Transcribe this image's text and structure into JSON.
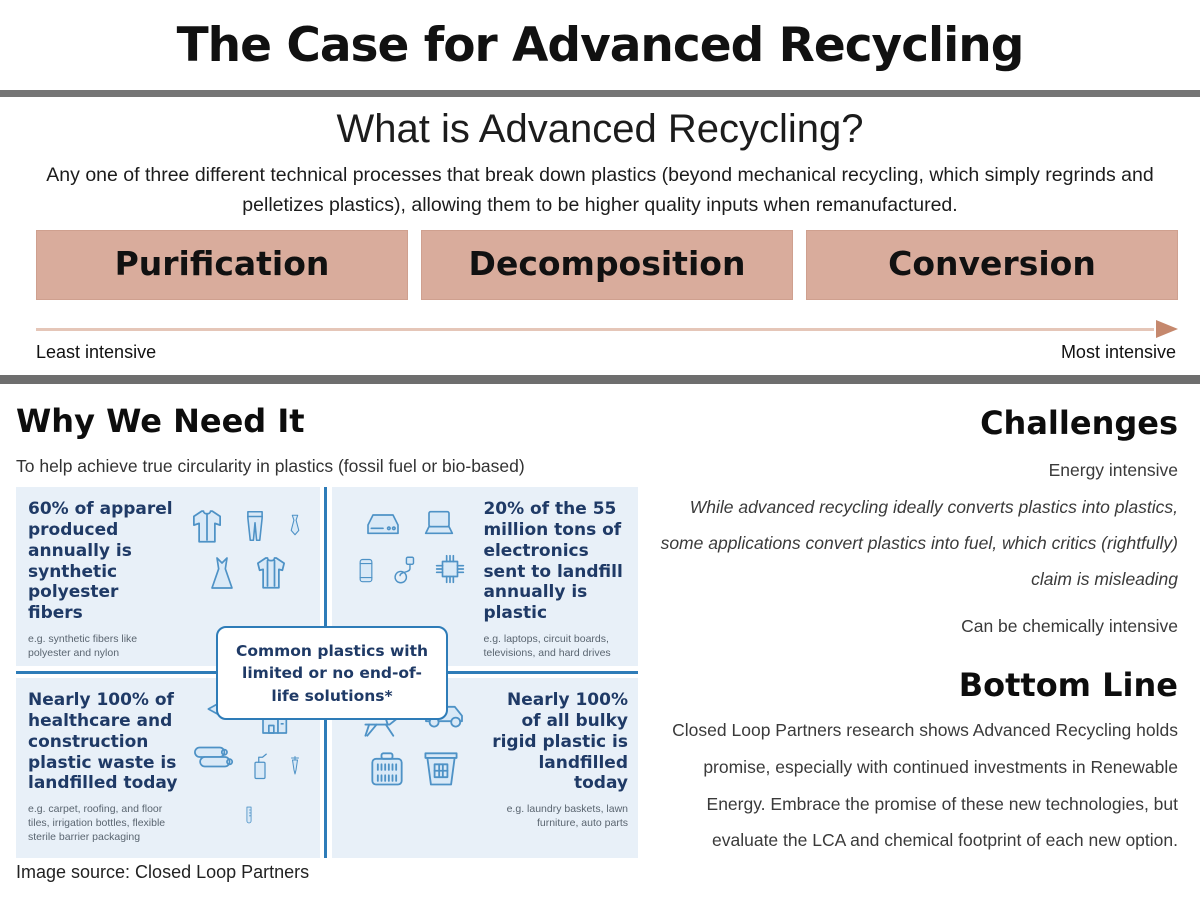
{
  "page": {
    "title": "The Case for Advanced Recycling"
  },
  "what_section": {
    "heading": "What is Advanced Recycling?",
    "description": "Any one of three different technical processes that break down plastics (beyond mechanical recycling, which simply regrinds and pelletizes plastics), allowing them to be higher quality inputs when remanufactured.",
    "processes": [
      {
        "label": "Purification"
      },
      {
        "label": "Decomposition"
      },
      {
        "label": "Conversion"
      }
    ],
    "scale": {
      "left": "Least intensive",
      "right": "Most intensive"
    }
  },
  "why_section": {
    "heading": "Why We Need It",
    "subheading": "To help achieve true circularity in plastics (fossil fuel or bio-based)",
    "caption": "Image source: Closed Loop Partners",
    "infographic": {
      "center_label": "Common plastics with limited or no end-of-life solutions*",
      "quadrants": [
        {
          "stat": "60% of apparel produced annually is synthetic polyester fibers",
          "examples": "e.g. synthetic fibers like polyester and nylon",
          "icons": [
            "shirt-icon",
            "pants-icon",
            "tie-icon",
            "dress-icon",
            "tshirt-icon"
          ]
        },
        {
          "stat": "20% of the 55 million tons of electronics sent to landfill annually is plastic",
          "examples": "e.g. laptops, circuit boards, televisions, and hard drives",
          "icons": [
            "harddrive-icon",
            "laptop-icon",
            "phone-icon",
            "cable-icon",
            "chip-icon"
          ]
        },
        {
          "stat": "Nearly 100% of healthcare and construction plastic waste is landfilled today",
          "examples": "e.g. carpet, roofing, and floor tiles, irrigation bottles, flexible sterile barrier packaging",
          "icons": [
            "tile-icon",
            "building-icon",
            "rolls-icon",
            "wash-bottle-icon",
            "dropper-icon",
            "test-tube-icon"
          ]
        },
        {
          "stat": "Nearly 100% of all bulky rigid plastic is landfilled today",
          "examples": "e.g. laundry baskets, lawn furniture, auto parts",
          "icons": [
            "umbrella-lounger-icon",
            "car-icon",
            "pet-carrier-icon",
            "laundry-basket-icon"
          ]
        }
      ]
    }
  },
  "challenges_section": {
    "heading": "Challenges",
    "item1": "Energy intensive",
    "note_italic": "While advanced recycling ideally converts plastics into plastics, some applications convert plastics into fuel, which critics (rightfully) claim is misleading",
    "item2": "Can be chemically intensive"
  },
  "bottom_line_section": {
    "heading": "Bottom Line",
    "text": "Closed Loop Partners research shows Advanced Recycling holds promise, especially with continued investments in Renewable Energy. Embrace the promise of these new technologies, but evaluate the LCA and chemical footprint of each new option."
  },
  "colors": {
    "accent_salmon": "#d9ac9c",
    "divider_gray": "#6e6e6e",
    "arrow_line": "#e5c6b8",
    "arrow_head": "#c5886d",
    "panel_blue": "#e8f0f8",
    "infographic_line_blue": "#2e7cb8",
    "infographic_navy": "#1f3a66",
    "icon_blue": "#4e92c6"
  }
}
